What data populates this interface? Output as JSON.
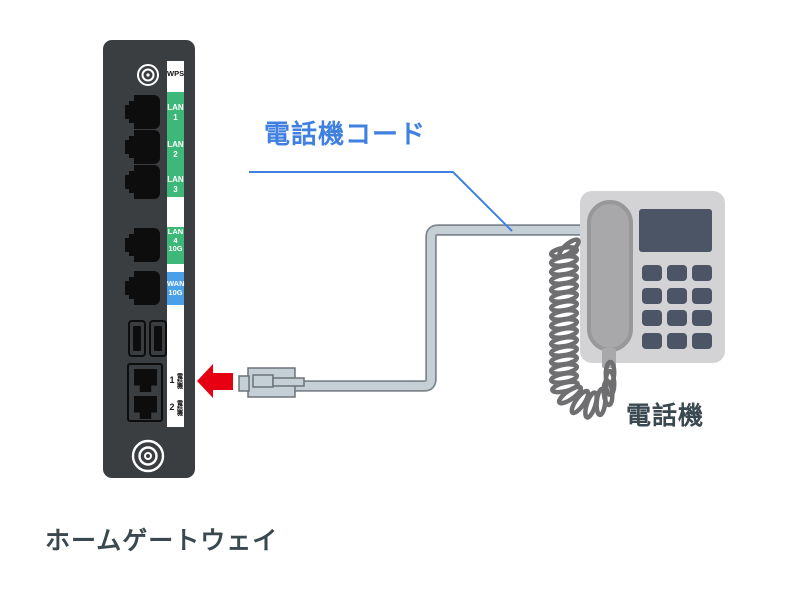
{
  "diagram_title": "",
  "gateway": {
    "name_label": "ホームゲートウェイ",
    "wps_label": "WPS",
    "port_sections": [
      {
        "id": "lan1",
        "label": "LAN\n1",
        "color": "#3eb878"
      },
      {
        "id": "lan2",
        "label": "LAN\n2",
        "color": "#3eb878"
      },
      {
        "id": "lan3",
        "label": "LAN\n3",
        "color": "#3eb878"
      },
      {
        "id": "lan4",
        "label": "LAN\n4\n10G",
        "color": "#3eb878"
      },
      {
        "id": "wan",
        "label": "WAN\n10G",
        "color": "#4aa0e8"
      }
    ],
    "phone_jacks": [
      {
        "number": "1",
        "label": "電話機"
      },
      {
        "number": "2",
        "label": "電話機"
      }
    ],
    "icons": {
      "wps_button": "concentric-circles",
      "antenna_connector": "concentric-circles",
      "usb_ports": 2
    }
  },
  "callout": {
    "cord_label": "電話機コード"
  },
  "phone": {
    "label": "電話機"
  },
  "colors": {
    "background": "#ffffff",
    "gateway_body": "#3b3e41",
    "lan_green": "#3eb878",
    "wan_blue": "#4aa0e8",
    "arrow_red": "#e60012",
    "cable_fill": "#c5d0d6",
    "cable_outline": "#7e878d",
    "phone_body": "#d3d3d5",
    "handset_gray": "#a8a8aa",
    "keypad_navy": "#4b5566",
    "cord_gray": "#6f6f71",
    "callout_blue": "#4080e0",
    "label_dark": "#3a4950"
  }
}
